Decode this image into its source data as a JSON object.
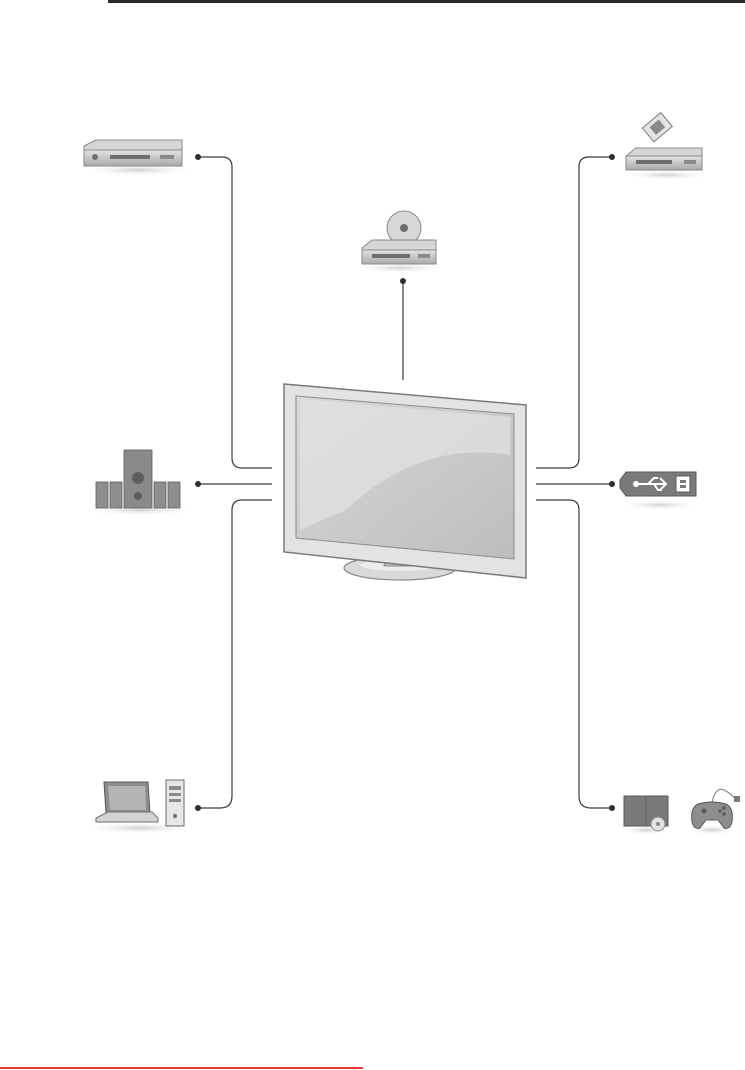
{
  "diagram": {
    "center": "tv-icon",
    "devices": [
      {
        "id": "dvd-player",
        "icon": "dvd-player-icon",
        "position": "top-left"
      },
      {
        "id": "blu-ray-player",
        "icon": "blu-ray-player-icon",
        "position": "top-center"
      },
      {
        "id": "set-top-box",
        "icon": "set-top-box-icon",
        "position": "top-right"
      },
      {
        "id": "home-theater",
        "icon": "home-theater-speakers-icon",
        "position": "middle-left"
      },
      {
        "id": "usb-storage",
        "icon": "usb-icon",
        "position": "middle-right"
      },
      {
        "id": "pc",
        "icon": "laptop-and-desktop-icon",
        "position": "bottom-left"
      },
      {
        "id": "game-console",
        "icon": "game-console-icon",
        "position": "bottom-right"
      }
    ],
    "colors": {
      "line": "#3a3a3a",
      "device_fill": "#c9c9c9",
      "device_dark": "#6e6e6e",
      "top_rule": "#2a2a2a",
      "bottom_rule": "#e53935"
    }
  }
}
